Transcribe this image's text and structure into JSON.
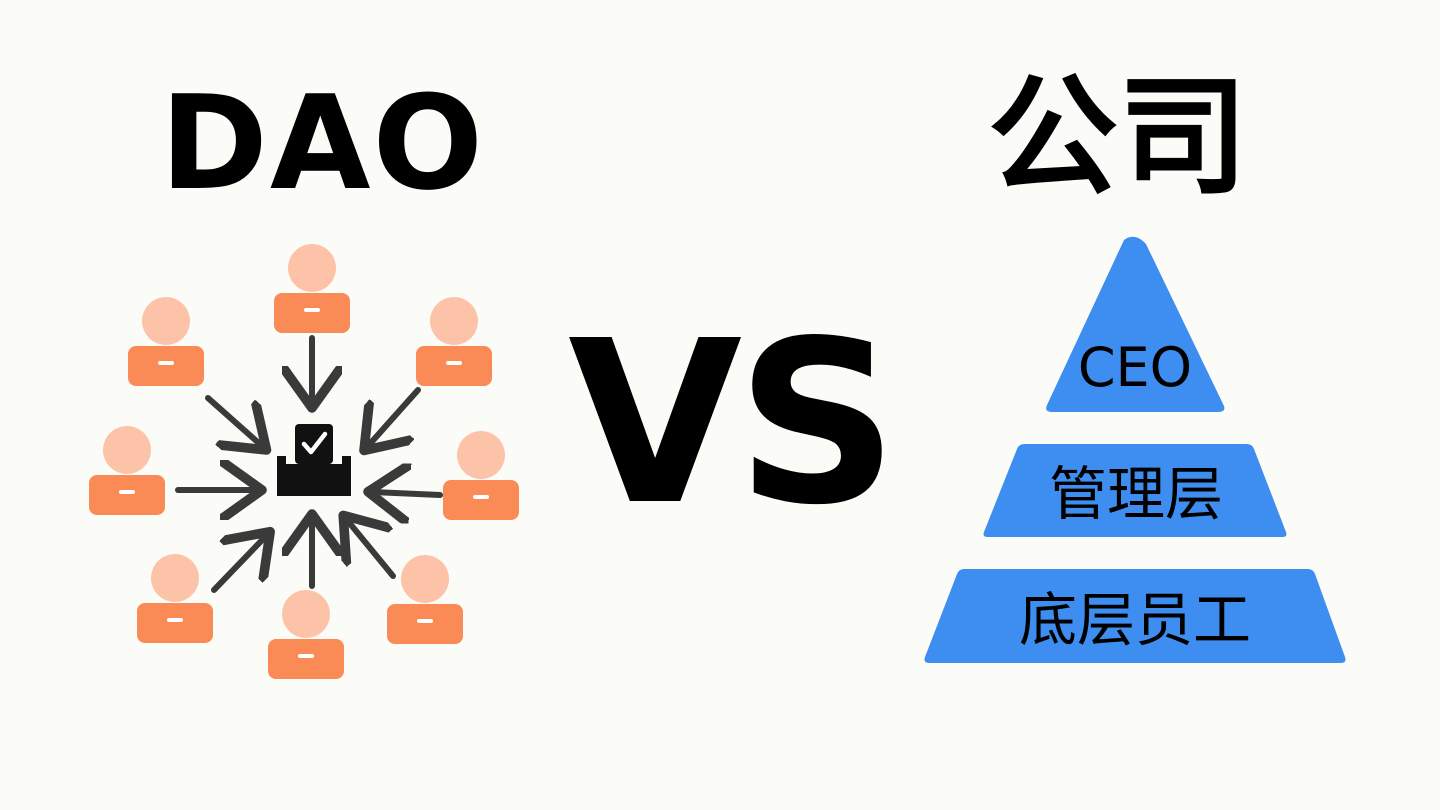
{
  "left_title": "DAO",
  "vs_label": "VS",
  "right_title": "公司",
  "pyramid": {
    "tiers": [
      {
        "label": "CEO"
      },
      {
        "label": "管理层"
      },
      {
        "label": "底层员工"
      }
    ],
    "color": "#3d8ef0"
  },
  "colors": {
    "person_head": "#fdc3a8",
    "person_body": "#fa8a56",
    "arrow": "#3a3a3a",
    "ballot_box": "#111111"
  },
  "icons": {
    "people": "person-icon",
    "center": "ballot-box-icon"
  }
}
